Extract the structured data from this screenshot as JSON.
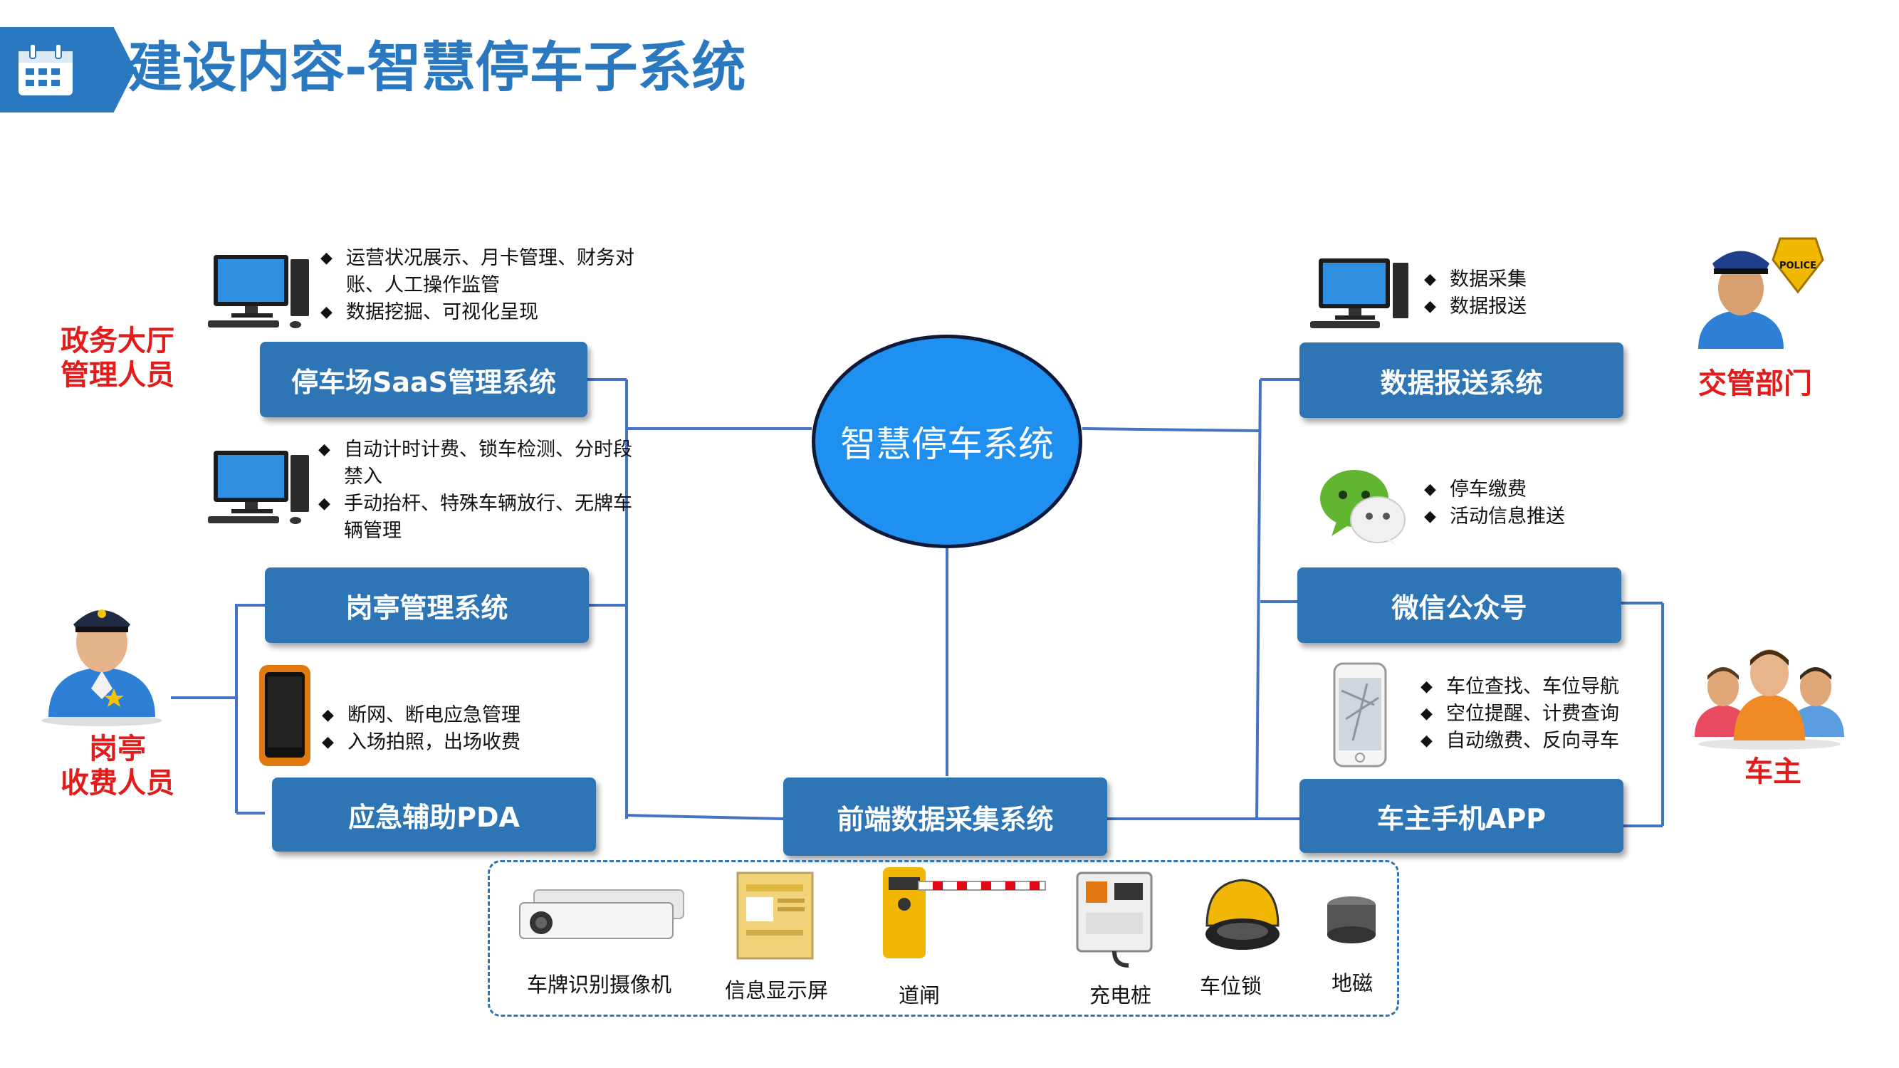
{
  "header": {
    "title": "建设内容-智慧停车子系统"
  },
  "center": {
    "label": "智慧停车系统"
  },
  "left_systems": {
    "saas": {
      "label": "停车场SaaS管理系统",
      "bullets": [
        "运营状况展示、月卡管理、财务对",
        "账、人工操作监管",
        "数据挖掘、可视化呈现"
      ]
    },
    "booth": {
      "label": "岗亭管理系统",
      "bullets": [
        "自动计时计费、锁车检测、分时段",
        "禁入",
        "手动抬杆、特殊车辆放行、无牌车",
        "辆管理"
      ]
    },
    "pda": {
      "label": "应急辅助PDA",
      "bullets": [
        "断网、断电应急管理",
        "入场拍照，出场收费"
      ]
    }
  },
  "right_systems": {
    "report": {
      "label": "数据报送系统",
      "bullets": [
        "数据采集",
        "数据报送"
      ]
    },
    "wechat": {
      "label": "微信公众号",
      "bullets": [
        "停车缴费",
        "活动信息推送"
      ]
    },
    "app": {
      "label": "车主手机APP",
      "bullets": [
        "车位查找、车位导航",
        "空位提醒、计费查询",
        "自动缴费、反向寻车"
      ]
    }
  },
  "frontend": {
    "label": "前端数据采集系统"
  },
  "roles": {
    "gov": "政务大厅\n管理人员",
    "booth_staff": "岗亭\n收费人员",
    "traffic": "交管部门",
    "owner": "车主"
  },
  "devices": [
    "车牌识别摄像机",
    "信息显示屏",
    "道闸",
    "充电桩",
    "车位锁",
    "地磁"
  ],
  "icons": {
    "police_badge": "POLICE"
  },
  "colors": {
    "box": "#2e75b6",
    "title": "#2a78c0",
    "center": "#1f8ff0",
    "role": "#e21b1b"
  }
}
